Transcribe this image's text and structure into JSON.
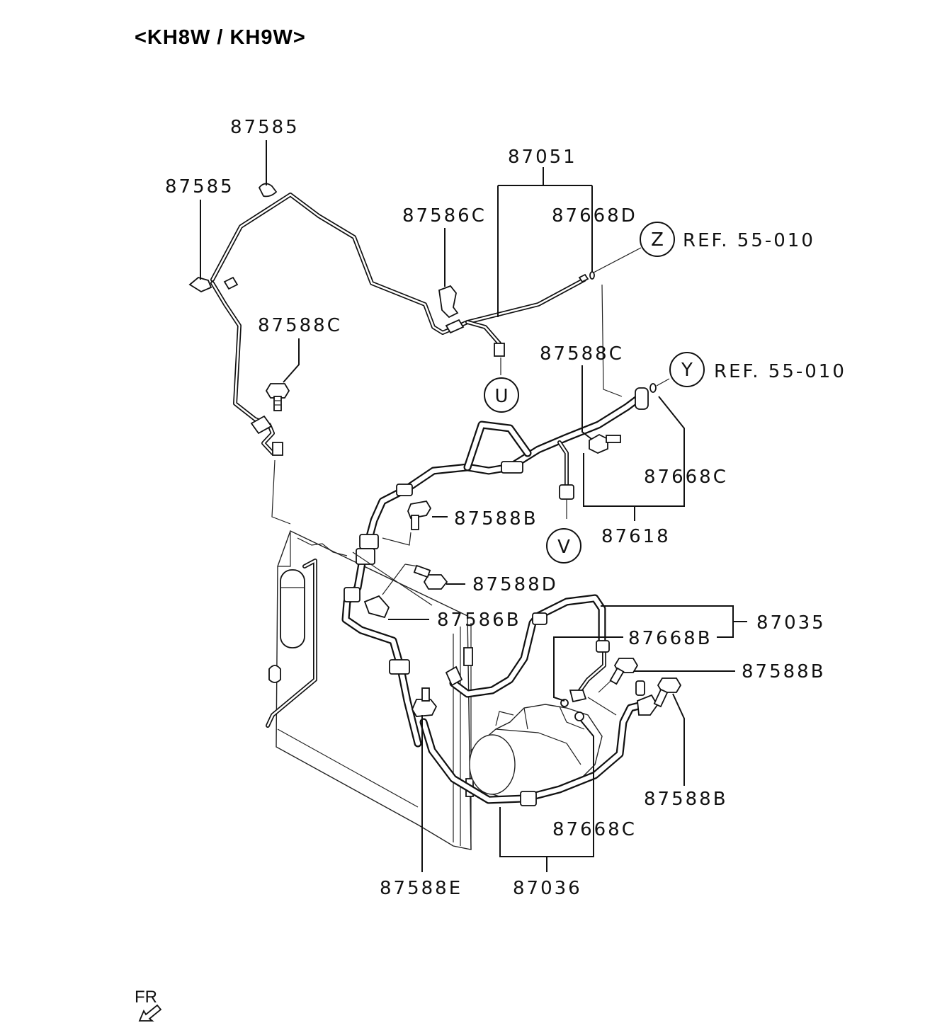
{
  "title": "<KH8W / KH9W>",
  "labels": {
    "p87585_top": "87585",
    "p87585_left": "87585",
    "p87051": "87051",
    "p87586c": "87586C",
    "p87668d": "87668D",
    "p87588c_left": "87588C",
    "p87588c_right": "87588C",
    "p87668c_right": "87668C",
    "p87618": "87618",
    "p87588b_mid": "87588B",
    "p87588d": "87588D",
    "p87586b": "87586B",
    "p87035": "87035",
    "p87668b": "87668B",
    "p87588b_right": "87588B",
    "p87588b_low": "87588B",
    "p87668c_low": "87668C",
    "p87588e": "87588E",
    "p87036": "87036"
  },
  "refs": {
    "z": {
      "letter": "Z",
      "text": "REF. 55-010"
    },
    "y": {
      "letter": "Y",
      "text": "REF. 55-010"
    }
  },
  "connectors": {
    "u": "U",
    "v": "V"
  },
  "direction": "FR"
}
